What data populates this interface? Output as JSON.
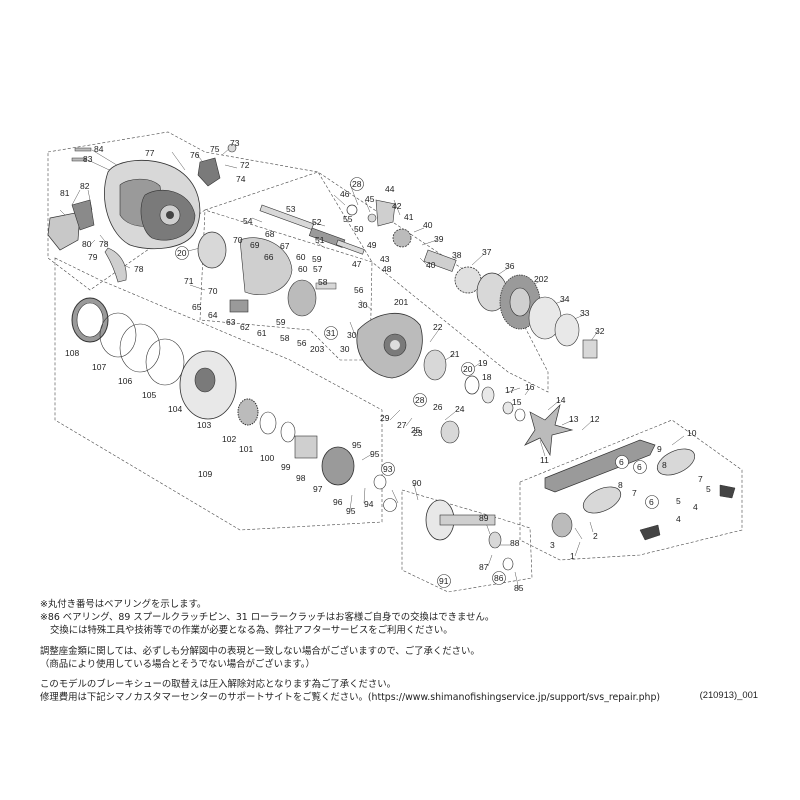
{
  "colors": {
    "line": "#333333",
    "part_fill": "#d8d8d8",
    "part_dark": "#7a7a7a",
    "callout_circle": "#333333"
  },
  "labels": {
    "p1": "1",
    "p2": "2",
    "p3": "3",
    "p4": "4",
    "p5a": "5",
    "p5b": "5",
    "p6a": "6",
    "p6b": "6",
    "p6c": "6",
    "p7a": "7",
    "p7b": "7",
    "p8a": "8",
    "p8b": "8",
    "p9": "9",
    "p10": "10",
    "p11": "11",
    "p12": "12",
    "p13": "13",
    "p14": "14",
    "p15": "15",
    "p16": "16",
    "p17": "17",
    "p18": "18",
    "p19": "19",
    "p20a": "20",
    "p20b": "20",
    "p21": "21",
    "p22": "22",
    "p23": "23",
    "p24": "24",
    "p25": "25",
    "p26": "26",
    "p27": "27",
    "p28a": "28",
    "p28b": "28",
    "p29": "29",
    "p30a": "30",
    "p30b": "30",
    "p30c": "30",
    "p31": "31",
    "p32": "32",
    "p33": "33",
    "p34": "34",
    "p36": "36",
    "p37": "37",
    "p38": "38",
    "p39": "39",
    "p40a": "40",
    "p40b": "40",
    "p41": "41",
    "p42": "42",
    "p43": "43",
    "p44": "44",
    "p45": "45",
    "p46": "46",
    "p47": "47",
    "p48": "48",
    "p49": "49",
    "p50": "50",
    "p51": "51",
    "p52": "52",
    "p53": "53",
    "p54": "54",
    "p55": "55",
    "p56a": "56",
    "p56b": "56",
    "p57": "57",
    "p58a": "58",
    "p58b": "58",
    "p59a": "59",
    "p59b": "59",
    "p60": "60",
    "p61": "61",
    "p62": "62",
    "p63": "63",
    "p64": "64",
    "p65": "65",
    "p66": "66",
    "p67": "67",
    "p68": "68",
    "p69": "69",
    "p70a": "70",
    "p70b": "70",
    "p71": "71",
    "p72": "72",
    "p73": "73",
    "p74": "74",
    "p75": "75",
    "p76": "76",
    "p77": "77",
    "p78": "78",
    "p79": "79",
    "p80": "80",
    "p81": "81",
    "p82": "82",
    "p83": "83",
    "p84": "84",
    "p85": "85",
    "p86": "86",
    "p87": "87",
    "p88": "88",
    "p89": "89",
    "p90": "90",
    "p91": "91",
    "p93": "93",
    "p94": "94",
    "p95a": "95",
    "p95b": "95",
    "p95c": "95",
    "p96": "96",
    "p97": "97",
    "p98": "98",
    "p99": "99",
    "p100": "100",
    "p101": "101",
    "p102": "102",
    "p103": "103",
    "p104": "104",
    "p105": "105",
    "p106": "106",
    "p107": "107",
    "p108": "108",
    "p109": "109",
    "p201": "201",
    "p202": "202",
    "p203": "203"
  },
  "notes": {
    "line1": "※丸付き番号はベアリングを示します。",
    "line2": "※86 ベアリング、89 スプールクラッチピン、31 ローラークラッチはお客様ご自身での交換はできません。",
    "line3": "交換には特殊工具や技術等での作業が必要となる為、弊社アフターサービスをご利用ください。",
    "line4": "調整座金類に関しては、必ずしも分解図中の表現と一致しない場合がございますので、ご了承ください。",
    "line5": "（商品により使用している場合とそうでない場合がございます。）",
    "line6": "このモデルのブレーキシューの取替えは圧入解除対応となります為ご了承ください。",
    "line7": "修理費用は下記シマノカスタマーセンターのサポートサイトをご覧ください。(https://www.shimanofishingservice.jp/support/svs_repair.php)",
    "code": "(210913)_001"
  }
}
